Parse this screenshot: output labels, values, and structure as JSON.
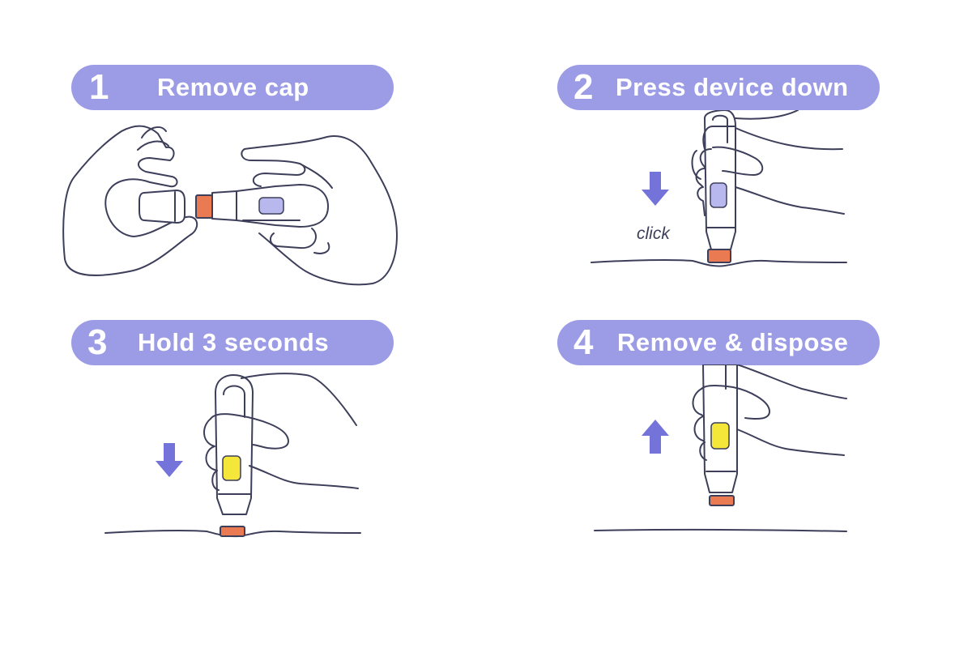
{
  "steps": [
    {
      "number": "1",
      "title": "Remove cap"
    },
    {
      "number": "2",
      "title": "Press device down"
    },
    {
      "number": "3",
      "title": "Hold 3 seconds"
    },
    {
      "number": "4",
      "title": "Remove & dispose"
    }
  ],
  "click_label": "click",
  "colors": {
    "pill": "#9b9be6",
    "outline": "#3d3f5a",
    "orange_tip": "#ea7a52",
    "window_purple": "#b8b8ee",
    "window_yellow": "#f5e63a",
    "arrow": "#7373d9"
  },
  "icons": [
    "hand-icon",
    "auto-injector-icon",
    "arrow-down-icon",
    "arrow-up-icon",
    "skin-line"
  ]
}
